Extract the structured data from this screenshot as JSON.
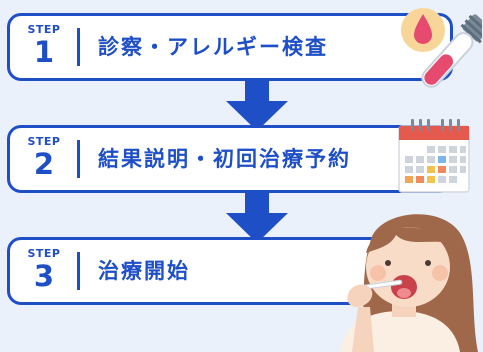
{
  "steps": [
    {
      "step_word": "STEP",
      "number": "1",
      "label": "診察・アレルギー検査"
    },
    {
      "step_word": "STEP",
      "number": "2",
      "label": "結果説明・初回治療予約"
    },
    {
      "step_word": "STEP",
      "number": "3",
      "label": "治療開始"
    }
  ],
  "colors": {
    "accent": "#1f4fc7",
    "background": "#eaf1fb"
  },
  "icons": [
    "test-tube-icon",
    "blood-drop-icon",
    "calendar-icon",
    "arrow-down-icon"
  ]
}
